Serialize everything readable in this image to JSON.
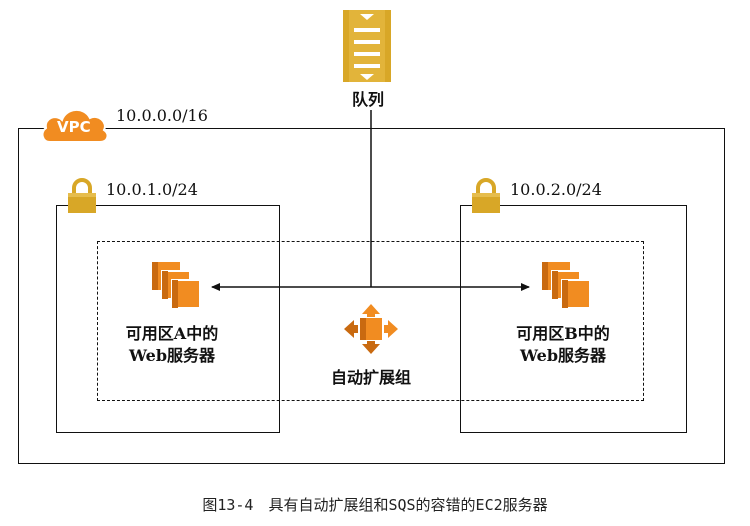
{
  "queue": {
    "label": "队列"
  },
  "vpc": {
    "badge": "VPC",
    "cidr": "10.0.0.0/16"
  },
  "subnet_a": {
    "cidr": "10.0.1.0/24"
  },
  "subnet_b": {
    "cidr": "10.0.2.0/24"
  },
  "server_a": {
    "line1": "可用区A中的",
    "line2": "Web服务器"
  },
  "server_b": {
    "line1": "可用区B中的",
    "line2": "Web服务器"
  },
  "asg": {
    "label": "自动扩展组"
  },
  "caption": "图13-4　具有自动扩展组和SQS的容错的EC2服务器",
  "colors": {
    "orange": "#f18c21",
    "orange_dark": "#c96a10",
    "gold": "#d8a727",
    "gold_dark": "#a97d12",
    "line": "#111111"
  }
}
